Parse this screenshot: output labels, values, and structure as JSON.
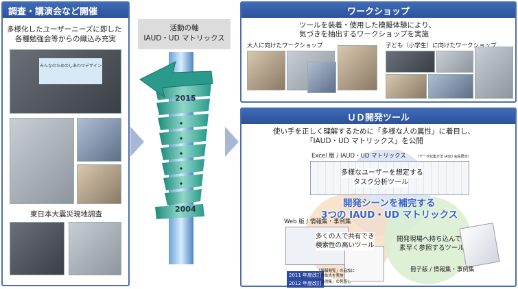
{
  "left_panel": {
    "title": "調査・講演会など開催",
    "desc_line1": "多様化したユーザーニーズに即した",
    "desc_line2": "各種勉強会等からの織込み充実",
    "slide_text": "みんなのためのしあわせデザイン",
    "quake_caption": "東日本大震災現地調査"
  },
  "axis": {
    "line1": "活動の軸",
    "line2": "IAUD・UD マトリックス",
    "year_top": "2015",
    "year_bottom": "2004"
  },
  "workshop": {
    "title": "ワークショップ",
    "desc_line1": "ツールを装着・使用した模擬体験により、",
    "desc_line2": "気づきを抽出するワークショップを実施",
    "adult_caption": "大人に向けたワークショップ",
    "child_caption": "子ども（小学生）に向けたワークショップ"
  },
  "ud_tools": {
    "title": "ＵＤ開発ツール",
    "desc_line1": "使い手を正しく理解するために「多様な人の属性」に着目し、",
    "desc_line2": "「IAUD・UD マトリックス」を公開",
    "excel_label": "Excel 版 / IAUD・UD マトリックス",
    "excel_note": "（データ収集方法 IAUD 会員限定）",
    "excel_line1": "多様なユーザーを想定する",
    "excel_line2": "タスク分析ツール",
    "matrix_line1": "開発シーンを補完する",
    "matrix_line2": "3つの IAUD・UD マトリックス",
    "web_label": "Web 版 / 情報集・事例集",
    "web_line1": "多くの人で共有でき",
    "web_line2": "検索性の高いツール",
    "book_line1": "開発現場へ持ち込んで",
    "book_line2": "素早く参照するツール",
    "book_label": "冊子版 / 情報集・事例集",
    "tag_2011": "2011 年度改訂",
    "tag_2012": "2012 年度改訂",
    "tag_2011_note": "「情報閲覧」の追加に",
    "tag_2011_note2": "対象拡大を実施",
    "tag_2012_note": "「事例集」の見直し"
  },
  "colors": {
    "panel_border": "#4a6fb0",
    "panel_head": "#2d5298",
    "matrix_title": "#3b63c9",
    "axis_teal": "#3aa89a"
  }
}
